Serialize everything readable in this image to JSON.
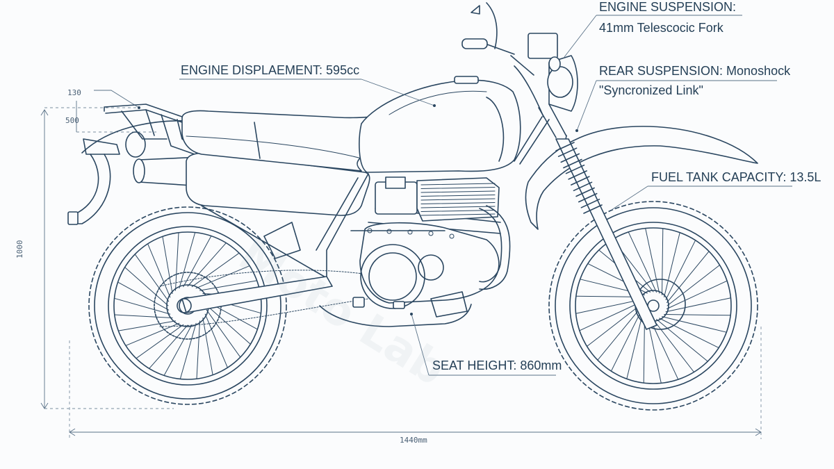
{
  "callouts": {
    "engine_suspension_line1": "ENGINE SUSPENSION:",
    "engine_suspension_line2": "41mm Telescocic Fork",
    "rear_suspension_line1": "REAR SUSPENSION: Monoshock",
    "rear_suspension_line2": "\"Syncronized Link\"",
    "engine_displacement": "ENGINE DISPLAEMENT: 595cc",
    "fuel_tank": "FUEL TANK CAPACITY: 13.5L",
    "seat_height": "SEAT HEIGHT: 860mm"
  },
  "dimensions": {
    "top_small": "130",
    "top_second": "500",
    "height": "1000",
    "length": "1440mm"
  },
  "watermark": "Moto Lab"
}
